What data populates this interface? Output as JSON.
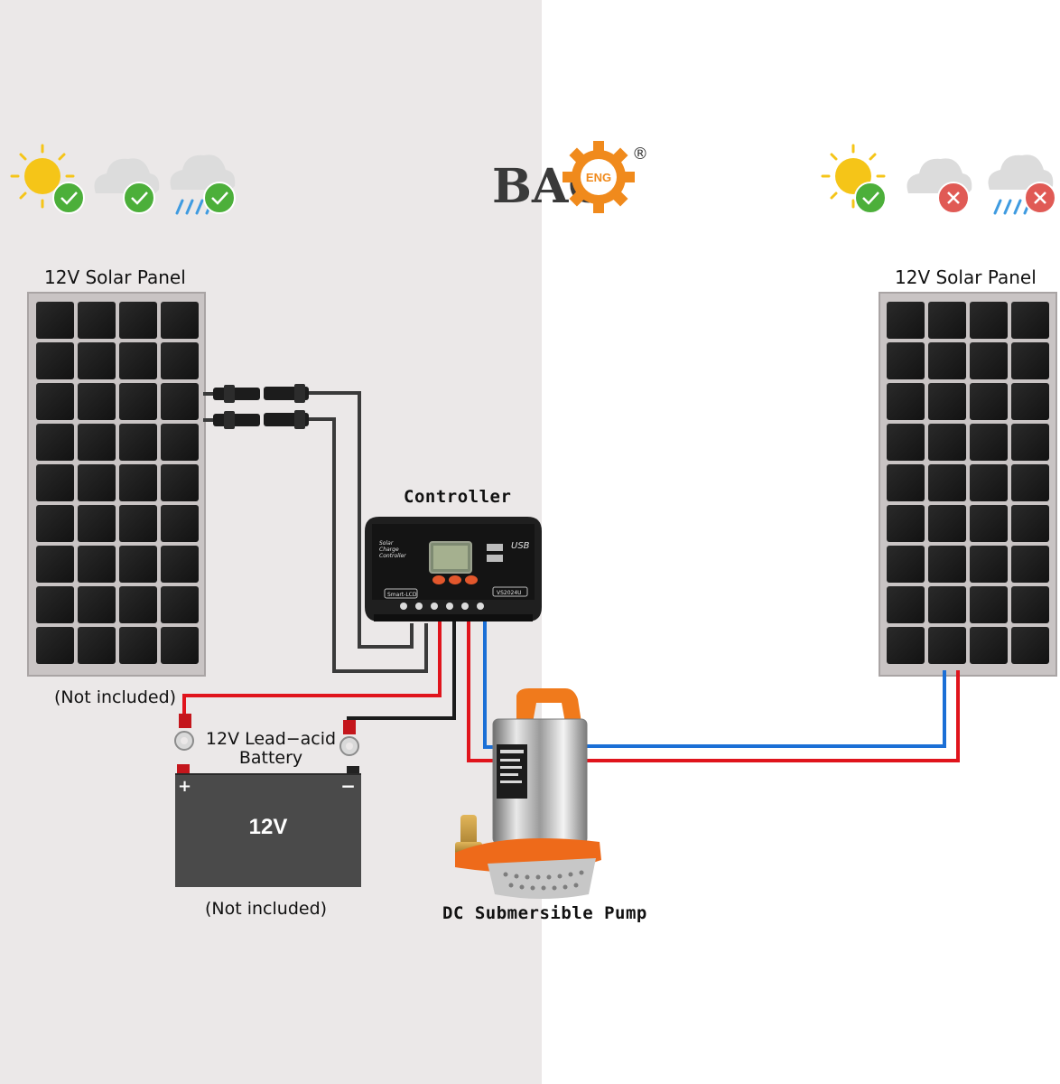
{
  "left_panel": {
    "label": "12V Solar Panel",
    "note": "(Not included)"
  },
  "right_panel": {
    "label": "12V Solar Panel"
  },
  "controller": {
    "label": "Controller",
    "face_text_1": "Solar",
    "face_text_2": "Charge",
    "face_text_3": "Controller",
    "usb_text": "USB",
    "smart_label": "Smart-LCD",
    "model": "VS2024U"
  },
  "battery": {
    "label_line1": "12V Lead−acid",
    "label_line2": "Battery",
    "voltage": "12V",
    "plus": "+",
    "minus": "−",
    "note": "(Not included)"
  },
  "pump": {
    "label": "DC Submersible Pump"
  },
  "logo": {
    "text": "BAC",
    "gear_text": "ENG",
    "registered": "®"
  },
  "weather_left": {
    "sunny": "ok",
    "cloudy": "ok",
    "rainy": "ok"
  },
  "weather_right": {
    "sunny": "ok",
    "cloudy": "no",
    "rainy": "no"
  },
  "colors": {
    "positive_wire": "#e0141c",
    "negative_wire_pump": "#1b6fd6",
    "pv_wire": "#2b2b2b",
    "check": "#4caf3a",
    "cross": "#e05a55",
    "logo_orange": "#f08a1c"
  }
}
